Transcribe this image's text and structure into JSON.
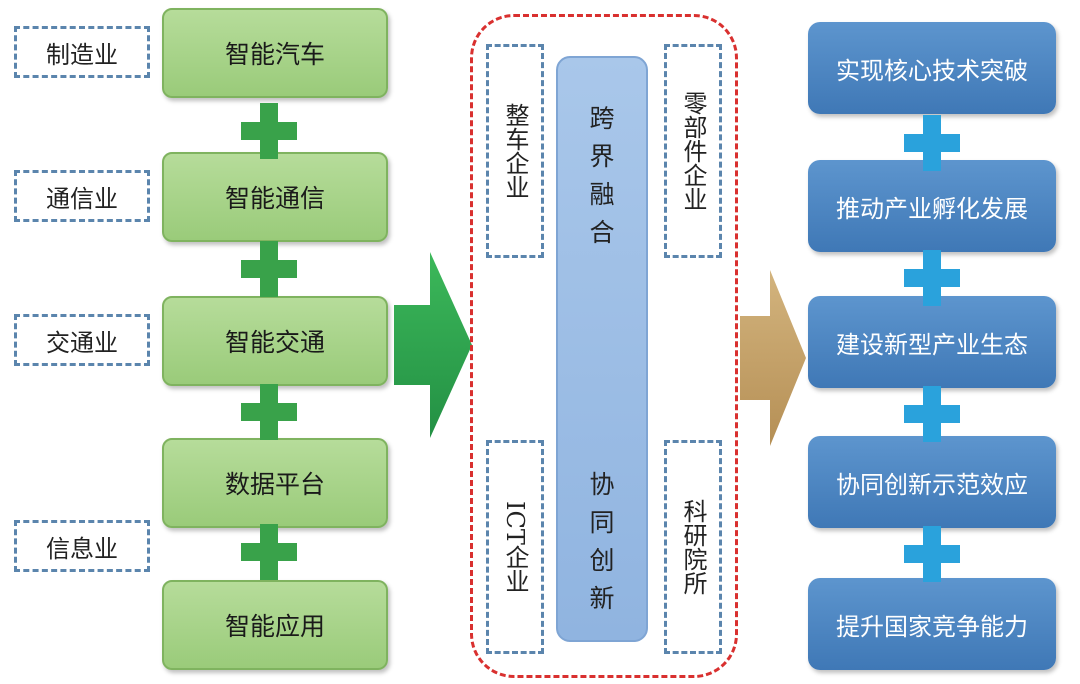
{
  "industries": [
    "制造业",
    "通信业",
    "交通业",
    "信息业"
  ],
  "smart_items": [
    "智能汽车",
    "智能通信",
    "智能交通",
    "数据平台",
    "智能应用"
  ],
  "participants": {
    "vehicle": "整车企业",
    "parts": "零部件企业",
    "ict": "ICT企业",
    "research": "科研院所"
  },
  "pillar": {
    "top": "跨界融合",
    "bottom": "协同创新"
  },
  "outcomes": [
    "实现核心技术突破",
    "推动产业孵化发展",
    "建设新型产业生态",
    "协同创新示范效应",
    "提升国家竞争能力"
  ],
  "colors": {
    "green_box": "#a6d38a",
    "green_arrow": "#2fa84f",
    "blue_pillar": "#9dbde6",
    "blue_box": "#4a86c4",
    "gold_arrow": "#c9a46a",
    "red_dash": "#d9302f",
    "dash_blue": "#5b85ad",
    "plus_green": "#39a24a",
    "plus_blue": "#2aa2dc"
  },
  "icons": {
    "connector_left": "plus-icon",
    "connector_right": "plus-icon",
    "flow": "arrow-right"
  }
}
